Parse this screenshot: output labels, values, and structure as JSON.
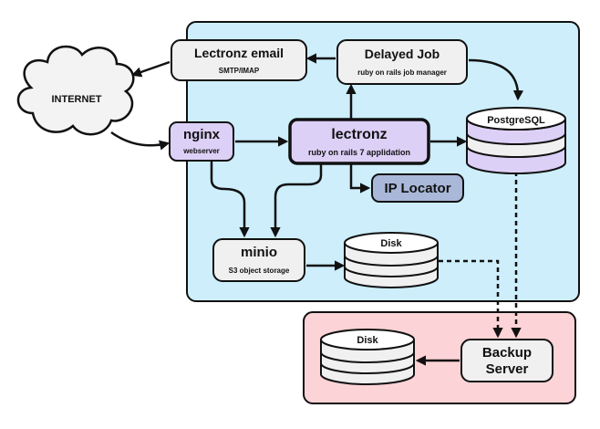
{
  "nodes": {
    "internet": {
      "label": "INTERNET"
    },
    "email": {
      "title": "Lectronz email",
      "subtitle": "SMTP/IMAP"
    },
    "delayed_job": {
      "title": "Delayed Job",
      "subtitle": "ruby on rails job manager"
    },
    "nginx": {
      "title": "nginx",
      "subtitle": "webserver"
    },
    "lectronz": {
      "title": "lectronz",
      "subtitle": "ruby on rails 7 applidation"
    },
    "postgres": {
      "label": "PostgreSQL"
    },
    "ip_locator": {
      "label": "IP Locator"
    },
    "minio": {
      "title": "minio",
      "subtitle": "S3 object storage"
    },
    "disk_main": {
      "label": "Disk"
    },
    "backup_server": {
      "line1": "Backup",
      "line2": "Server"
    },
    "disk_backup": {
      "label": "Disk"
    }
  },
  "colors": {
    "main_zone": "#cdeefa",
    "backup_zone": "#fcd3d6",
    "app_node": "#ddd0f7",
    "neutral_node": "#f0f0f0",
    "ip_locator": "#a9b8d9",
    "outline": "#111111"
  }
}
